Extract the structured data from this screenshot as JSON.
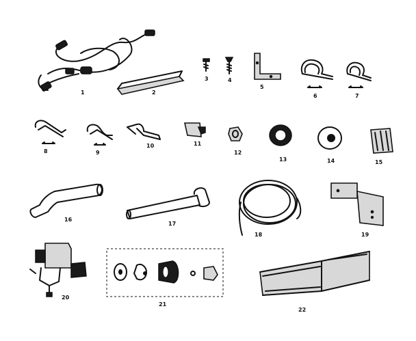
{
  "parts": [
    {
      "id": "part-1",
      "label": "1"
    },
    {
      "id": "part-2",
      "label": "2"
    },
    {
      "id": "part-3",
      "label": "3"
    },
    {
      "id": "part-4",
      "label": "4"
    },
    {
      "id": "part-5",
      "label": "5"
    },
    {
      "id": "part-6",
      "label": "6"
    },
    {
      "id": "part-7",
      "label": "7"
    },
    {
      "id": "part-8",
      "label": "8"
    },
    {
      "id": "part-9",
      "label": "9"
    },
    {
      "id": "part-10",
      "label": "10"
    },
    {
      "id": "part-11",
      "label": "11"
    },
    {
      "id": "part-12",
      "label": "12"
    },
    {
      "id": "part-13",
      "label": "13"
    },
    {
      "id": "part-14",
      "label": "14"
    },
    {
      "id": "part-15",
      "label": "15"
    },
    {
      "id": "part-16",
      "label": "16"
    },
    {
      "id": "part-17",
      "label": "17"
    },
    {
      "id": "part-18",
      "label": "18"
    },
    {
      "id": "part-19",
      "label": "19"
    },
    {
      "id": "part-20",
      "label": "20"
    },
    {
      "id": "part-21",
      "label": "21"
    },
    {
      "id": "part-22",
      "label": "22"
    }
  ]
}
